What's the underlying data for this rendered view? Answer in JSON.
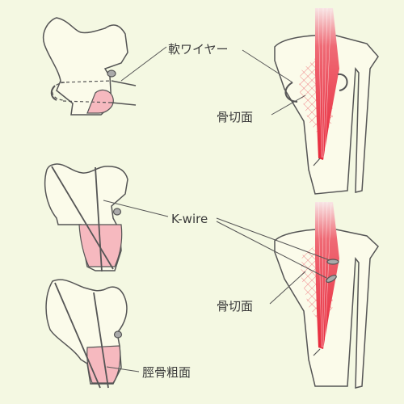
{
  "labels": {
    "soft_wire": "軟ワイヤー",
    "osteotomy_top": "骨切面",
    "k_wire": "K-wire",
    "osteotomy_bottom": "骨切面",
    "tibial_tuberosity": "脛骨粗面"
  },
  "colors": {
    "background": "#f4f8e2",
    "bone_fill": "#fbfbea",
    "outline": "#555555",
    "tuberosity_pink": "#f6b9bf",
    "tendon_red": "#e8283a",
    "mesh_red": "#e8283a"
  }
}
